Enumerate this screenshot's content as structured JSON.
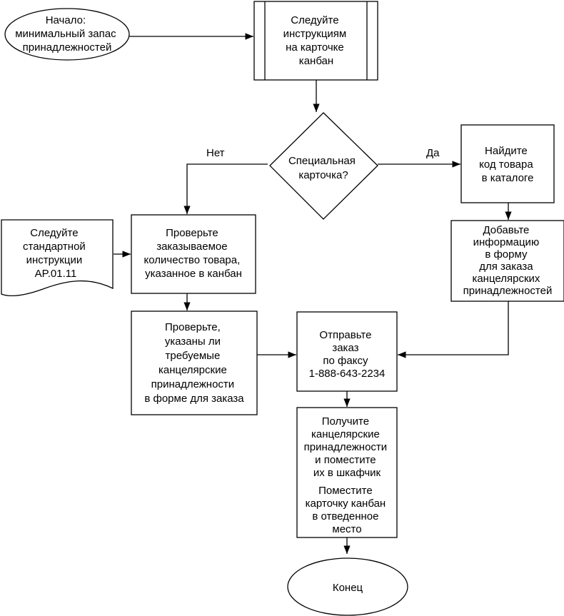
{
  "nodes": {
    "start": {
      "lines": [
        "Начало:",
        "минимальный запас",
        "принадлежностей"
      ]
    },
    "follow_kanban": {
      "lines": [
        "Следуйте",
        "инструкциям",
        "на карточке",
        "канбан"
      ]
    },
    "special_card": {
      "lines": [
        "Специальная",
        "карточка?"
      ]
    },
    "find_code": {
      "lines": [
        "Найдите",
        "код товара",
        "в каталоге"
      ]
    },
    "add_info": {
      "lines": [
        "Добавьте",
        "информацию",
        "в форму",
        "для заказа",
        "канцелярских",
        "принадлежностей"
      ]
    },
    "std_instruction": {
      "lines": [
        "Следуйте",
        "стандартной",
        "инструкции",
        "AP.01.11"
      ]
    },
    "check_qty": {
      "lines": [
        "Проверьте",
        "заказываемое",
        "количество товара,",
        "указанное в канбан"
      ]
    },
    "check_form": {
      "lines": [
        "Проверьте,",
        "указаны ли",
        "требуемые",
        "канцелярские",
        "принадлежности",
        "в форме для заказа"
      ]
    },
    "send_fax": {
      "lines": [
        "Отправьте",
        "заказ",
        "по факсу",
        "1-888-643-2234"
      ]
    },
    "receive": {
      "lines": [
        "Получите",
        "канцелярские",
        "принадлежности",
        "и поместите",
        "их в шкафчик"
      ]
    },
    "place_card": {
      "lines": [
        "Поместите",
        "карточку канбан",
        "в отведенное",
        "место"
      ]
    },
    "end": {
      "lines": [
        "Конец"
      ]
    }
  },
  "labels": {
    "no": "Нет",
    "yes": "Да"
  }
}
